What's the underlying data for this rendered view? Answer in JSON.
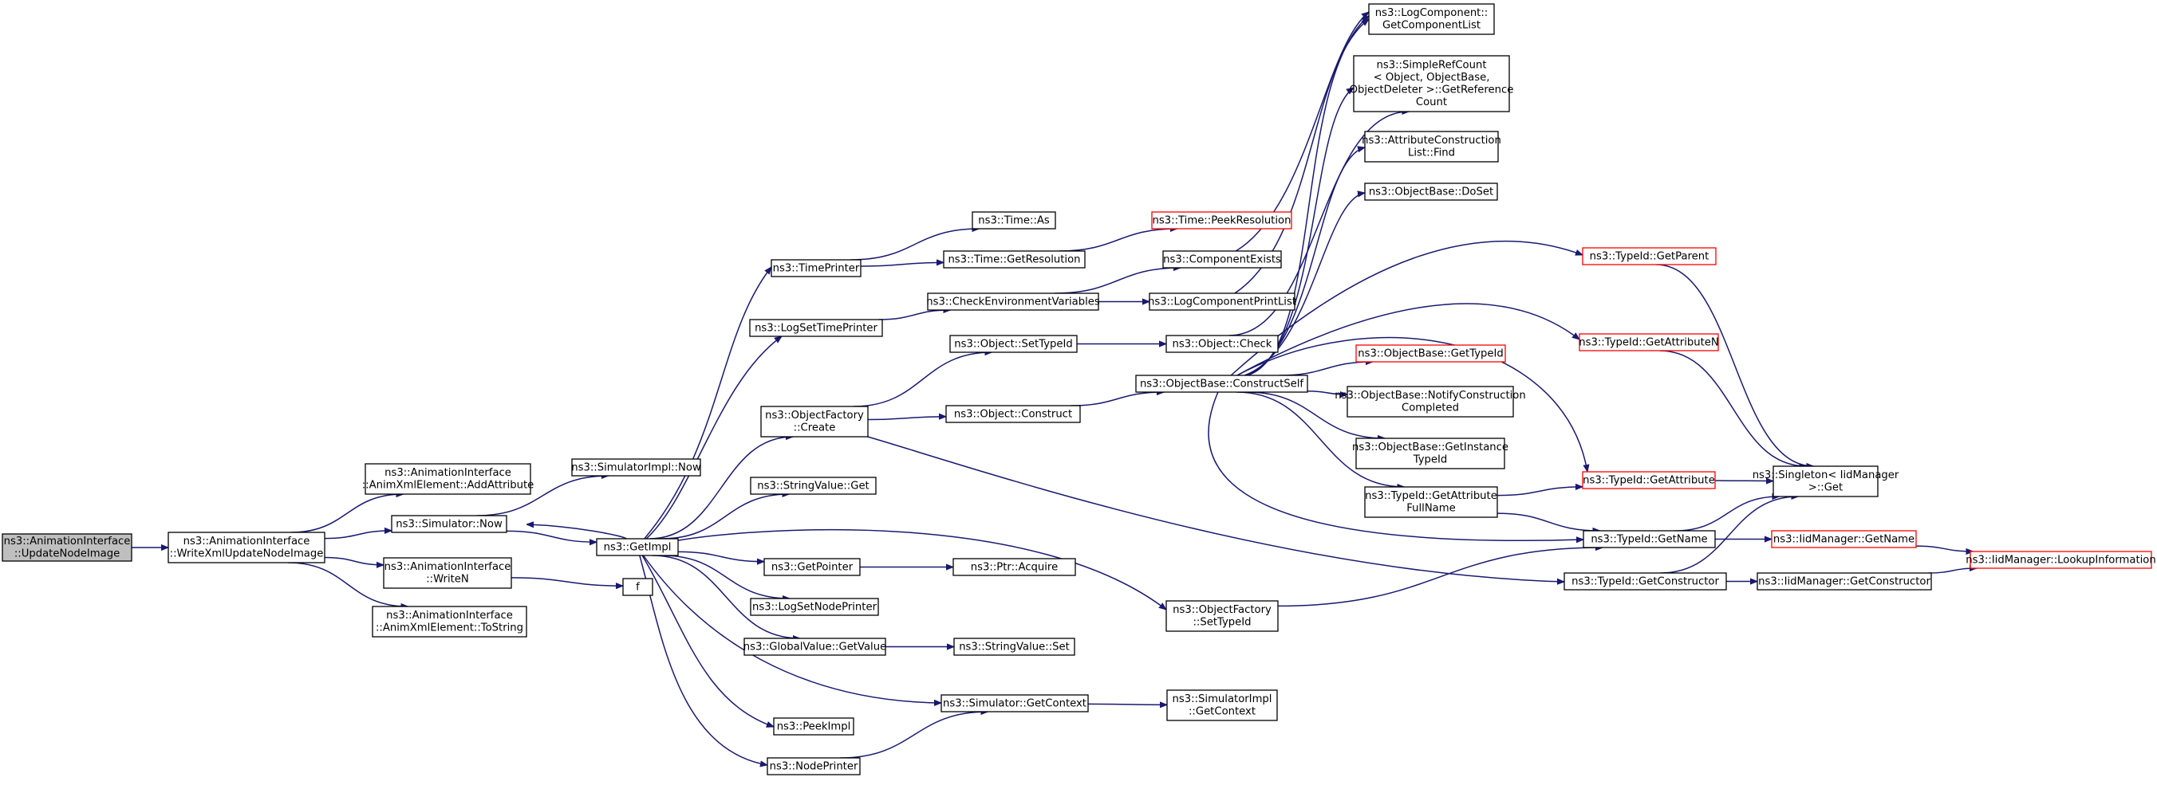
{
  "colors": {
    "edge": "#191970",
    "node_border": "#000000",
    "truncated_border": "#ff0000",
    "root_fill": "#bfbfbf"
  },
  "nodes": [
    {
      "id": "n0",
      "lines": [
        "ns3::AnimationInterface",
        "::UpdateNodeImage"
      ],
      "style": "root"
    },
    {
      "id": "n1",
      "lines": [
        "ns3::AnimationInterface",
        "::WriteXmlUpdateNodeImage"
      ]
    },
    {
      "id": "n2",
      "lines": [
        "ns3::AnimationInterface",
        "::AnimXmlElement::AddAttribute"
      ]
    },
    {
      "id": "n3",
      "lines": [
        "ns3::Simulator::Now"
      ]
    },
    {
      "id": "n4",
      "lines": [
        "ns3::AnimationInterface",
        "::WriteN"
      ]
    },
    {
      "id": "n5",
      "lines": [
        "ns3::AnimationInterface",
        "::AnimXmlElement::ToString"
      ]
    },
    {
      "id": "n6",
      "lines": [
        "ns3::SimulatorImpl::Now"
      ]
    },
    {
      "id": "n7",
      "lines": [
        "ns3::GetImpl"
      ]
    },
    {
      "id": "n8",
      "lines": [
        "f"
      ]
    },
    {
      "id": "n9",
      "lines": [
        "ns3::TimePrinter"
      ]
    },
    {
      "id": "n10",
      "lines": [
        "ns3::LogSetTimePrinter"
      ]
    },
    {
      "id": "n11",
      "lines": [
        "ns3::ObjectFactory",
        "::Create"
      ]
    },
    {
      "id": "n12",
      "lines": [
        "ns3::StringValue::Get"
      ]
    },
    {
      "id": "n13",
      "lines": [
        "ns3::GetPointer"
      ]
    },
    {
      "id": "n14",
      "lines": [
        "ns3::LogSetNodePrinter"
      ]
    },
    {
      "id": "n15",
      "lines": [
        "ns3::GlobalValue::GetValue"
      ]
    },
    {
      "id": "n16",
      "lines": [
        "ns3::PeekImpl"
      ]
    },
    {
      "id": "n17",
      "lines": [
        "ns3::NodePrinter"
      ]
    },
    {
      "id": "n18",
      "lines": [
        "ns3::Time::As"
      ]
    },
    {
      "id": "n19",
      "lines": [
        "ns3::Time::GetResolution"
      ]
    },
    {
      "id": "n20",
      "lines": [
        "ns3::CheckEnvironmentVariables"
      ]
    },
    {
      "id": "n21",
      "lines": [
        "ns3::Object::SetTypeId"
      ]
    },
    {
      "id": "n22",
      "lines": [
        "ns3::Object::Construct"
      ]
    },
    {
      "id": "n23",
      "lines": [
        "ns3::Ptr::Acquire"
      ]
    },
    {
      "id": "n24",
      "lines": [
        "ns3::StringValue::Set"
      ]
    },
    {
      "id": "n25",
      "lines": [
        "ns3::Simulator::GetContext"
      ]
    },
    {
      "id": "n26",
      "lines": [
        "ns3::Time::PeekResolution"
      ],
      "style": "red"
    },
    {
      "id": "n27",
      "lines": [
        "ns3::ComponentExists"
      ]
    },
    {
      "id": "n28",
      "lines": [
        "ns3::LogComponentPrintList"
      ]
    },
    {
      "id": "n29",
      "lines": [
        "ns3::Object::Check"
      ]
    },
    {
      "id": "n30",
      "lines": [
        "ns3::ObjectBase::ConstructSelf"
      ]
    },
    {
      "id": "n31",
      "lines": [
        "ns3::ObjectFactory",
        "::SetTypeId"
      ]
    },
    {
      "id": "n32",
      "lines": [
        "ns3::SimulatorImpl",
        "::GetContext"
      ]
    },
    {
      "id": "n33",
      "lines": [
        "ns3::LogComponent::",
        "GetComponentList"
      ]
    },
    {
      "id": "n34",
      "lines": [
        "ns3::SimpleRefCount",
        "< Object, ObjectBase,",
        "ObjectDeleter >::GetReference",
        "Count"
      ]
    },
    {
      "id": "n35",
      "lines": [
        "ns3::AttributeConstruction",
        "List::Find"
      ]
    },
    {
      "id": "n36",
      "lines": [
        "ns3::ObjectBase::DoSet"
      ]
    },
    {
      "id": "n37",
      "lines": [
        "ns3::ObjectBase::GetTypeId"
      ],
      "style": "red"
    },
    {
      "id": "n38",
      "lines": [
        "ns3::ObjectBase::NotifyConstruction",
        "Completed"
      ]
    },
    {
      "id": "n39",
      "lines": [
        "ns3::ObjectBase::GetInstance",
        "TypeId"
      ]
    },
    {
      "id": "n40",
      "lines": [
        "ns3::TypeId::GetAttribute",
        "FullName"
      ]
    },
    {
      "id": "n41",
      "lines": [
        "ns3::TypeId::GetName"
      ]
    },
    {
      "id": "n42",
      "lines": [
        "ns3::TypeId::GetConstructor"
      ]
    },
    {
      "id": "n43",
      "lines": [
        "ns3::TypeId::GetParent"
      ],
      "style": "red"
    },
    {
      "id": "n44",
      "lines": [
        "ns3::TypeId::GetAttributeN"
      ],
      "style": "red"
    },
    {
      "id": "n45",
      "lines": [
        "ns3::TypeId::GetAttribute"
      ],
      "style": "red"
    },
    {
      "id": "n46",
      "lines": [
        "ns3::Singleton< IidManager",
        ">::Get"
      ]
    },
    {
      "id": "n47",
      "lines": [
        "ns3::IidManager::GetName"
      ],
      "style": "red"
    },
    {
      "id": "n48",
      "lines": [
        "ns3::IidManager::GetConstructor"
      ]
    },
    {
      "id": "n49",
      "lines": [
        "ns3::IidManager::LookupInformation"
      ],
      "style": "red"
    }
  ],
  "edges": [
    [
      "n0",
      "n1"
    ],
    [
      "n1",
      "n2"
    ],
    [
      "n1",
      "n3"
    ],
    [
      "n1",
      "n4"
    ],
    [
      "n1",
      "n5"
    ],
    [
      "n3",
      "n6"
    ],
    [
      "n3",
      "n7"
    ],
    [
      "n4",
      "n8"
    ],
    [
      "n7",
      "n3"
    ],
    [
      "n7",
      "n9"
    ],
    [
      "n7",
      "n10"
    ],
    [
      "n7",
      "n11"
    ],
    [
      "n7",
      "n12"
    ],
    [
      "n7",
      "n13"
    ],
    [
      "n7",
      "n14"
    ],
    [
      "n7",
      "n15"
    ],
    [
      "n7",
      "n16"
    ],
    [
      "n7",
      "n17"
    ],
    [
      "n7",
      "n25"
    ],
    [
      "n7",
      "n31"
    ],
    [
      "n9",
      "n18"
    ],
    [
      "n9",
      "n19"
    ],
    [
      "n19",
      "n26"
    ],
    [
      "n10",
      "n20"
    ],
    [
      "n20",
      "n27"
    ],
    [
      "n20",
      "n28"
    ],
    [
      "n27",
      "n33"
    ],
    [
      "n28",
      "n33"
    ],
    [
      "n11",
      "n21"
    ],
    [
      "n11",
      "n22"
    ],
    [
      "n11",
      "n42"
    ],
    [
      "n21",
      "n29"
    ],
    [
      "n29",
      "n34"
    ],
    [
      "n22",
      "n30"
    ],
    [
      "n30",
      "n33"
    ],
    [
      "n30",
      "n34"
    ],
    [
      "n30",
      "n35"
    ],
    [
      "n30",
      "n36"
    ],
    [
      "n30",
      "n37"
    ],
    [
      "n30",
      "n38"
    ],
    [
      "n30",
      "n39"
    ],
    [
      "n30",
      "n40"
    ],
    [
      "n30",
      "n41"
    ],
    [
      "n30",
      "n43"
    ],
    [
      "n30",
      "n44"
    ],
    [
      "n30",
      "n45"
    ],
    [
      "n13",
      "n23"
    ],
    [
      "n15",
      "n24"
    ],
    [
      "n17",
      "n25"
    ],
    [
      "n25",
      "n32"
    ],
    [
      "n31",
      "n41"
    ],
    [
      "n40",
      "n45"
    ],
    [
      "n40",
      "n41"
    ],
    [
      "n41",
      "n46"
    ],
    [
      "n41",
      "n47"
    ],
    [
      "n42",
      "n46"
    ],
    [
      "n42",
      "n48"
    ],
    [
      "n43",
      "n46"
    ],
    [
      "n44",
      "n46"
    ],
    [
      "n45",
      "n46"
    ],
    [
      "n47",
      "n49"
    ],
    [
      "n48",
      "n49"
    ]
  ]
}
